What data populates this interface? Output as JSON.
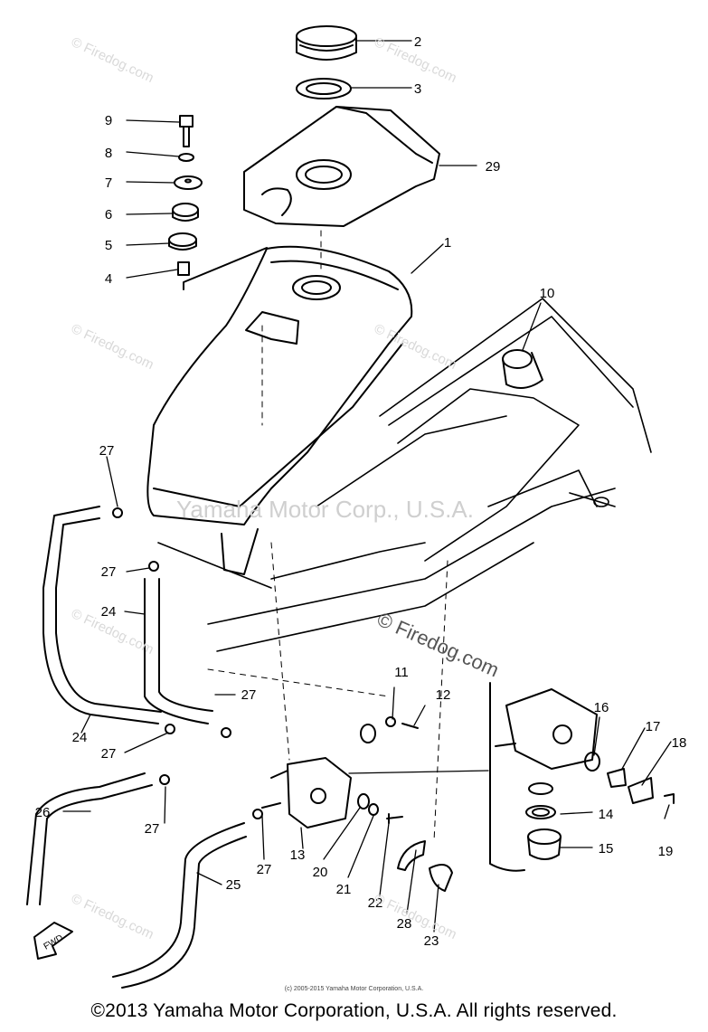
{
  "diagram": {
    "callouts": [
      "1",
      "2",
      "3",
      "4",
      "5",
      "6",
      "7",
      "8",
      "9",
      "10",
      "11",
      "12",
      "13",
      "14",
      "15",
      "16",
      "17",
      "18",
      "19",
      "20",
      "21",
      "22",
      "23",
      "24",
      "24",
      "25",
      "26",
      "27",
      "27",
      "27",
      "27",
      "27",
      "27",
      "28",
      "29"
    ],
    "fwd_label": "FWD",
    "watermarks": {
      "site": "© Firedog.com",
      "site_center": "© Firedog.com",
      "maker": "Yamaha Motor Corp., U.S.A."
    }
  },
  "footer": {
    "small": "(c) 2005-2015 Yamaha Motor Corporation, U.S.A.",
    "copyright": "©2013 Yamaha Motor Corporation, U.S.A. All rights reserved."
  }
}
